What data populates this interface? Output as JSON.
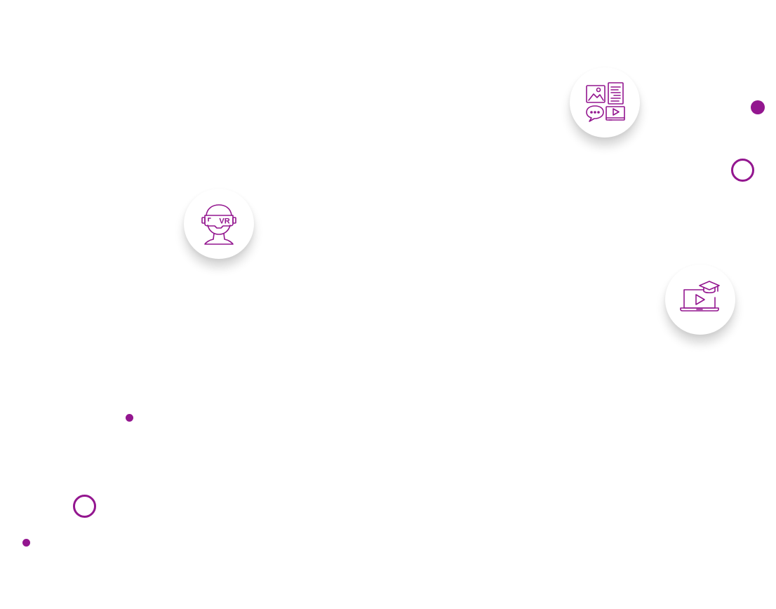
{
  "accent_color": "#93168f",
  "badges": [
    {
      "icon": "media-content-icon"
    },
    {
      "icon": "vr-headset-icon",
      "label": "VR"
    },
    {
      "icon": "online-course-laptop-icon"
    }
  ],
  "decorations": [
    "filled-dot",
    "ring",
    "filled-dot",
    "ring",
    "filled-dot"
  ]
}
